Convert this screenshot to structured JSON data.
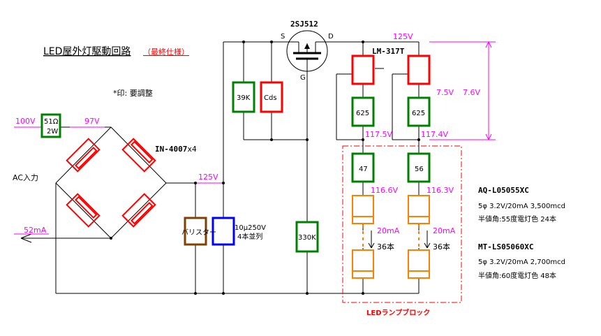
{
  "title": {
    "main": "LED屋外灯駆動回路",
    "sub": "（最終仕様）"
  },
  "note": "*印: 要調整",
  "input": {
    "voltage_in": "100V",
    "resistor": {
      "value": "51Ω",
      "power": "2W"
    },
    "voltage_after": "97V",
    "ac_label": "AC入力",
    "current": "52mA"
  },
  "bridge": {
    "diode_label": "IN-4007",
    "count": "x4"
  },
  "dc_rail": "125V",
  "varistor": "バリスター",
  "capacitor": {
    "value": "10μ250V",
    "note": "4本並列"
  },
  "resistors": {
    "r39k": "39K",
    "cds": "Cds",
    "r330k": "330K",
    "r625_a": "625",
    "r625_b": "625",
    "r47": "47",
    "r56": "56"
  },
  "mosfet": {
    "part": "2SJ512",
    "pin_s": "S",
    "pin_d": "D",
    "pin_g": "G"
  },
  "regulator": "LM-317T",
  "voltages": {
    "top": "125V",
    "reg_drop_a": "7.5V",
    "reg_drop_b": "7.6V",
    "out_a": "117.5V",
    "out_b": "117.4V",
    "led_a": "116.6V",
    "led_b": "116.3V"
  },
  "led_strings": {
    "current_a": "20mA",
    "current_b": "20mA",
    "count_a": "36本",
    "count_b": "36本",
    "block_label": "LEDランプブロック"
  },
  "led_spec_1": {
    "part": "AQ-L05055XC",
    "spec": "5φ 3.2V/20mA 3,500mcd",
    "angle": "半値角:55度電灯色 24本"
  },
  "led_spec_2": {
    "part": "MT-LS05060XC",
    "spec": "5φ 3.2V/20mA 2,700mcd",
    "angle": "半値角:60度電灯色 48本"
  },
  "colors": {
    "wire": "#000000",
    "diode": "#ff0000",
    "resistor": "#008000",
    "led": "#ff8000",
    "voltage_label": "#ff00ff",
    "varistor": "#804000",
    "capacitor": "#0000ff",
    "block_border": "#ff0000"
  }
}
